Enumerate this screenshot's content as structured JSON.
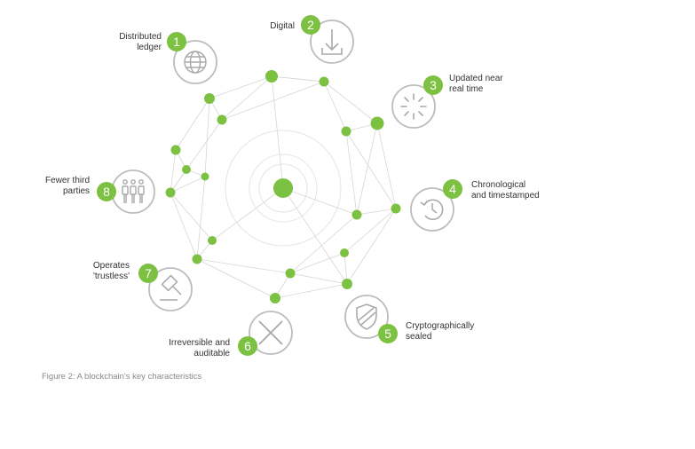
{
  "caption": "Figure 2: A blockchain's key characteristics",
  "colors": {
    "accent": "#7cc142",
    "stroke": "#bcbcbc",
    "line": "#d6d6d6",
    "text": "#333333"
  },
  "characteristics": [
    {
      "number": "1",
      "lines": [
        "Distributed",
        "ledger"
      ],
      "icon": "globe-icon"
    },
    {
      "number": "2",
      "lines": [
        "Digital"
      ],
      "icon": "download-icon"
    },
    {
      "number": "3",
      "lines": [
        "Updated near",
        "real time"
      ],
      "icon": "loading-burst-icon"
    },
    {
      "number": "4",
      "lines": [
        "Chronological",
        "and timestamped"
      ],
      "icon": "clock-refresh-icon"
    },
    {
      "number": "5",
      "lines": [
        "Cryptographically",
        "sealed"
      ],
      "icon": "shield-icon"
    },
    {
      "number": "6",
      "lines": [
        "Irreversible and",
        "auditable"
      ],
      "icon": "cross-icon"
    },
    {
      "number": "7",
      "lines": [
        "Operates",
        "'trustless'"
      ],
      "icon": "gavel-icon"
    },
    {
      "number": "8",
      "lines": [
        "Fewer third",
        "parties"
      ],
      "icon": "people-icon"
    }
  ]
}
